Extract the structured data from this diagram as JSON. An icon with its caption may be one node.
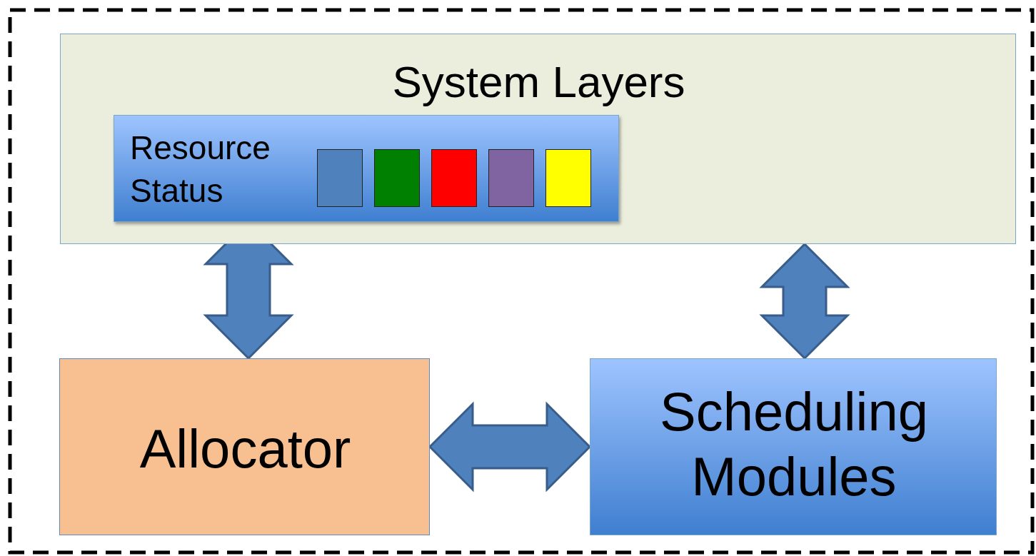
{
  "diagram": {
    "nodes": [
      {
        "text": [
          "System Layers"
        ]
      },
      {
        "text": [
          "Resource Status"
        ],
        "in": 0
      },
      {
        "text": [],
        "shape": "box",
        "in": 1
      },
      {
        "text": [],
        "shape": "box",
        "in": 1
      },
      {
        "text": [],
        "shape": "box",
        "in": 1
      },
      {
        "text": [],
        "shape": "box",
        "in": 1
      },
      {
        "text": [],
        "shape": "box",
        "in": 1
      },
      {
        "text": [
          "Allocator"
        ]
      },
      {
        "text": [
          "Scheduling Modules"
        ]
      }
    ],
    "edges": [
      {
        "from": 1,
        "to": 7,
        "arrow": "both",
        "style": "thick"
      },
      {
        "from": 0,
        "to": 8,
        "arrow": "both",
        "style": "thick"
      },
      {
        "from": 7,
        "to": 8,
        "arrow": "both",
        "style": "thick"
      }
    ]
  }
}
